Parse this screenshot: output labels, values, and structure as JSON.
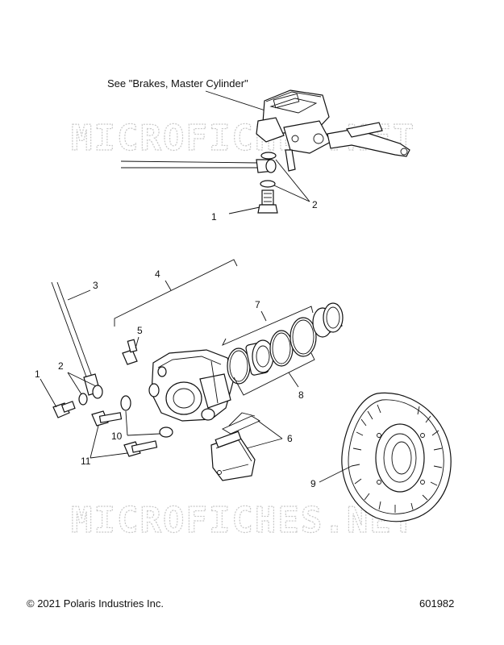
{
  "diagram": {
    "reference_note": "See \"Brakes, Master Cylinder\"",
    "watermark": "MICROFICHES.NET",
    "callouts": {
      "top_1": "1",
      "top_2": "2",
      "c1": "1",
      "c2": "2",
      "c3": "3",
      "c4": "4",
      "c5": "5",
      "c6": "6",
      "c7": "7",
      "c8": "8",
      "c9": "9",
      "c10": "10",
      "c11": "11"
    }
  },
  "footer": {
    "copyright": "© 2021 Polaris Industries Inc.",
    "figure_number": "601982"
  }
}
